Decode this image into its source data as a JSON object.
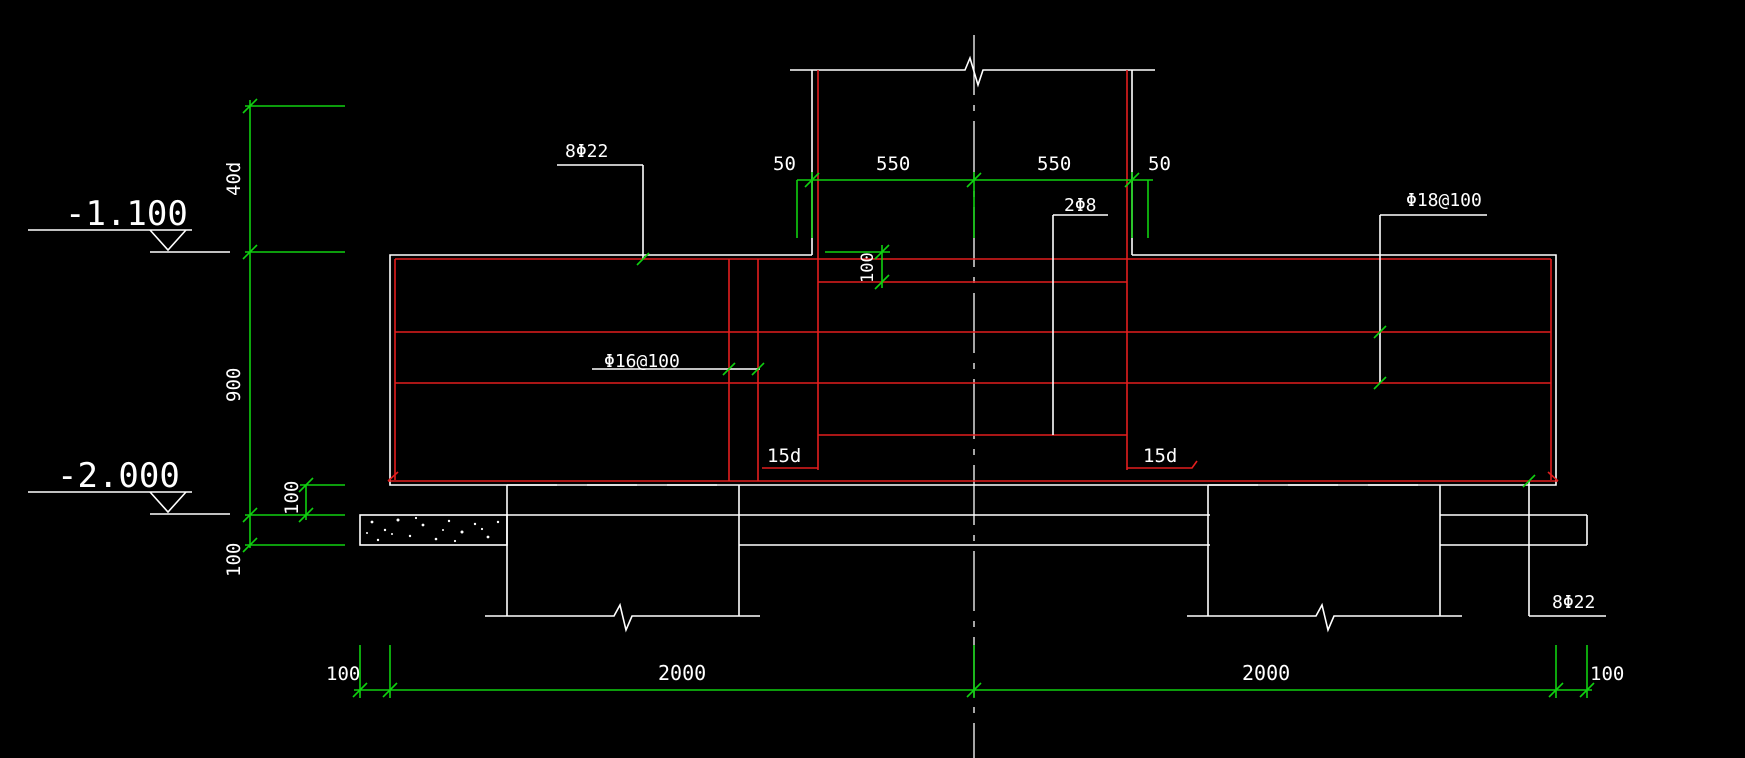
{
  "colors": {
    "background": "#000000",
    "outline": "#ffffff",
    "rebar": "#e31e1e",
    "dimension": "#10d010"
  },
  "elevations": {
    "top": "-1.100",
    "bottom": "-2.000"
  },
  "dims_vertical": {
    "anchorage": "40d",
    "height": "900",
    "cover_top": "100",
    "blinding": "100",
    "stirrup_spacing": "100"
  },
  "dims_top": {
    "left_cover": "50",
    "left_half": "550",
    "right_half": "550",
    "right_cover": "50"
  },
  "dims_bottom": {
    "left_edge": "100",
    "left_span": "2000",
    "right_span": "2000",
    "right_edge": "100"
  },
  "rebar_labels": {
    "top_bars": "8Φ22",
    "side_stirrups": "Φ16@100",
    "middle_bars": "2Φ8",
    "right_stirrups": "Φ18@100",
    "bottom_bars": "8Φ22",
    "hook_left": "15d",
    "hook_right": "15d"
  }
}
